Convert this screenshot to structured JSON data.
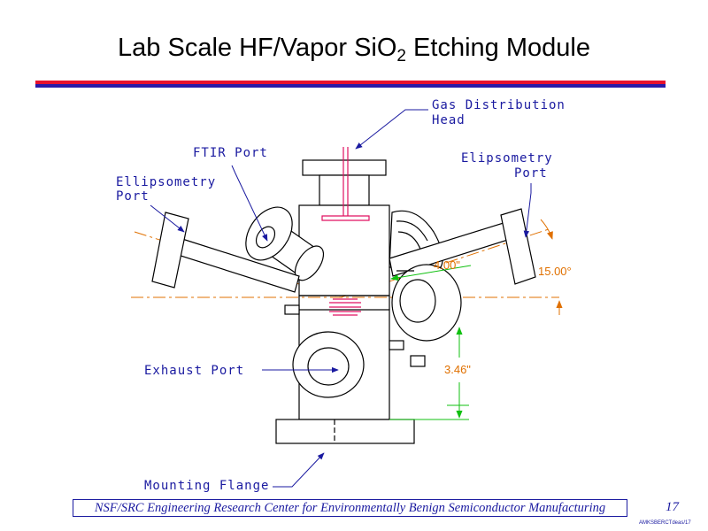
{
  "title": {
    "main": "Lab Scale HF/Vapor SiO",
    "subscript": "2",
    "rest": " Etching Module"
  },
  "colors": {
    "rule_red": "#e8112d",
    "rule_blue": "#2a1aa8",
    "callout": "#1a1aa0",
    "dimension": "#e07000",
    "inner_part": "#e01060",
    "dim_line": "#10c010"
  },
  "callouts": {
    "gas_line1": "Gas Distribution",
    "gas_line2": "Head",
    "ftir": "FTIR Port",
    "ell_left_line1": "Ellipsometry",
    "ell_left_line2": "Port",
    "ell_right_line1": "Elipsometry",
    "ell_right_line2": "Port",
    "exhaust": "Exhaust Port",
    "flange": "Mounting Flange"
  },
  "dimensions": {
    "d1": "4.00\"",
    "d2": "15.00°",
    "d3": "3.46\""
  },
  "footer": {
    "org": "NSF/SRC Engineering Research Center for Environmentally Benign Semiconductor Manufacturing",
    "page": "17",
    "file_id": "AMKSBERCTdeas/17"
  }
}
